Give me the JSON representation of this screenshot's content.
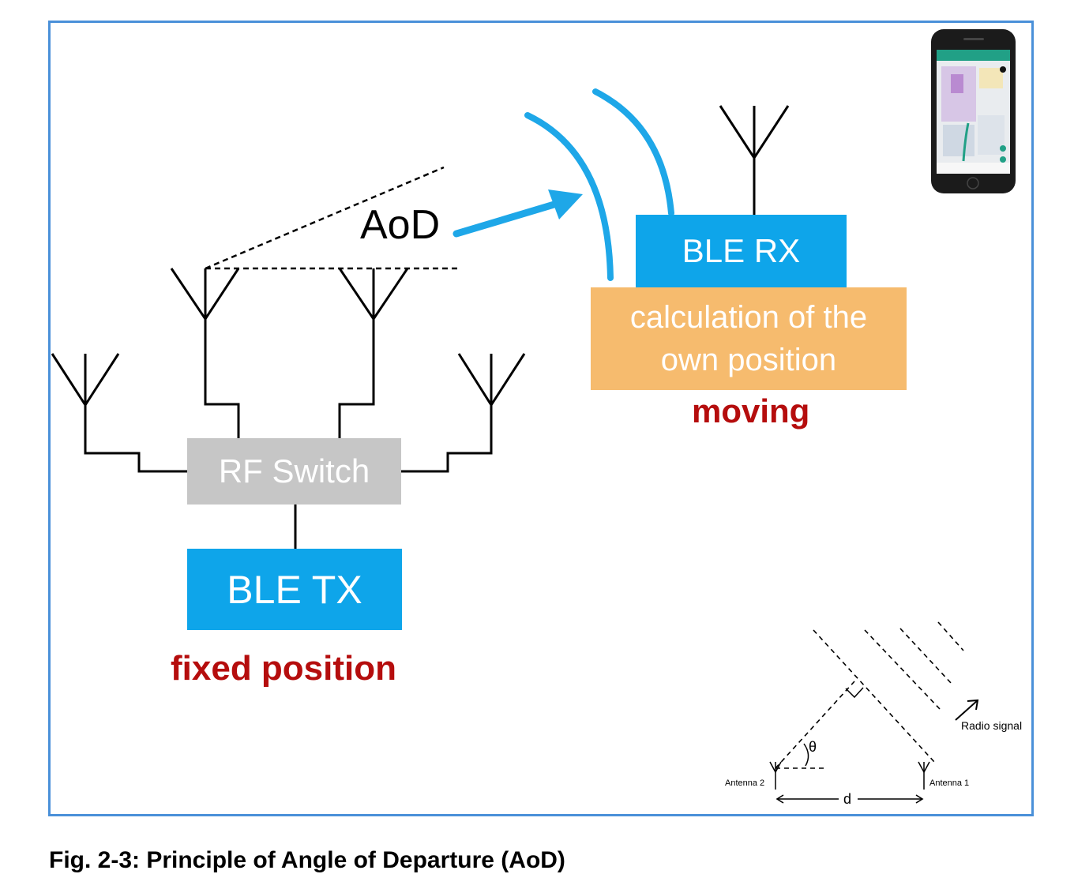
{
  "diagram": {
    "aod_label": "AoD",
    "ble_tx_label": "BLE TX",
    "ble_rx_label": "BLE RX",
    "rf_switch_label": "RF Switch",
    "calculation_label": "calculation of the\nown position",
    "fixed_label": "fixed position",
    "moving_label": "moving"
  },
  "inset": {
    "antenna_2_label": "Antenna 2",
    "antenna_1_label": "Antenna 1",
    "radio_signal_label": "Radio signal",
    "distance_label": "d",
    "angle_label": "θ"
  },
  "caption": "Fig. 2-3: Principle of Angle of Departure (AoD)",
  "colors": {
    "frame": "#4a90d9",
    "ble_box": "#0ea5ea",
    "rf_switch": "#c6c6c6",
    "calc_box": "#f6bb6e",
    "red_text": "#b50d0d",
    "signal_wave": "#1ea7e8"
  },
  "icons": [
    "antenna-icon",
    "smartphone-icon",
    "signal-wave-icon",
    "arrow-icon"
  ]
}
